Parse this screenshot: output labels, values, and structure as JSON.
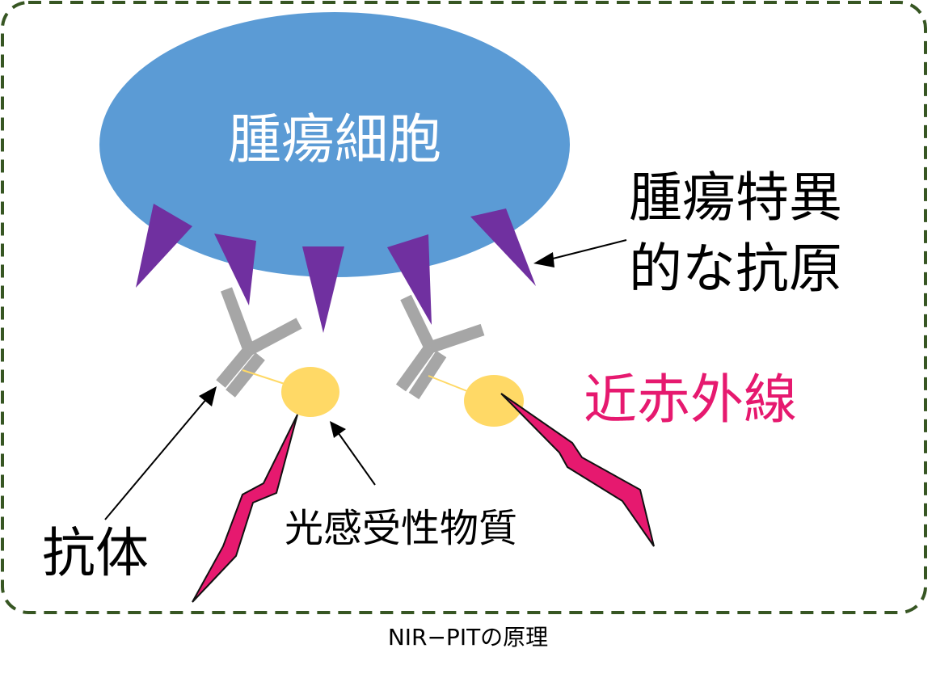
{
  "labels": {
    "tumor_cell": "腫瘍細胞",
    "antigen_line1": "腫瘍特異",
    "antigen_line2": "的な抗原",
    "near_infrared": "近赤外線",
    "antibody": "抗体",
    "photosensitizer": "光感受性物質",
    "caption": "NIR−PITの原理"
  },
  "colors": {
    "cell": "#5b9bd5",
    "antigen": "#7030a0",
    "antibody": "#a6a6a6",
    "photosensitizer": "#ffd966",
    "light": "#e6196f",
    "frame": "#375623",
    "text": "#000000"
  }
}
